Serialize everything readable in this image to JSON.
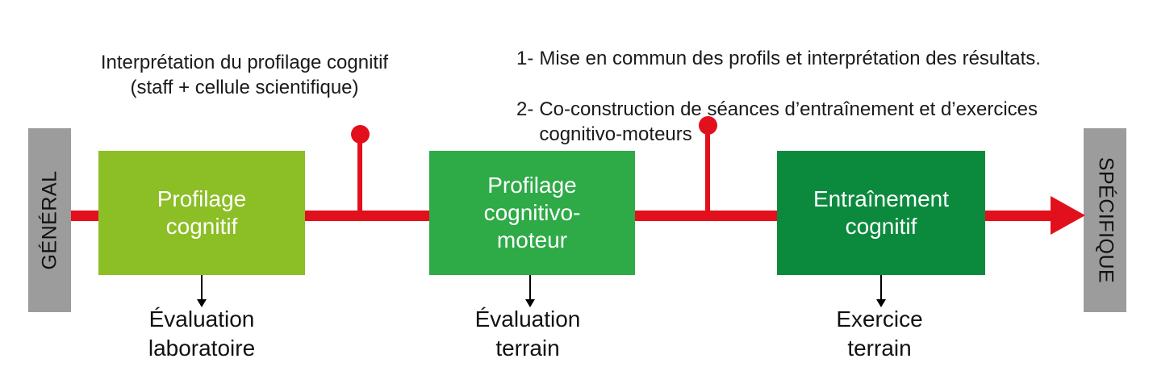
{
  "colors": {
    "red": "#e2101c",
    "grey": "#9c9c9c",
    "green_light": "#8cbe26",
    "green_mid": "#2eaa47",
    "green_dark": "#0b8a3e",
    "text": "#111111",
    "background": "#ffffff"
  },
  "annotations": {
    "left": "Interprétation du profilage cognitif\n(staff + cellule scientifique)",
    "right": [
      {
        "num": "1-",
        "text": "Mise en commun des profils et interprétation des résultats."
      },
      {
        "num": "2-",
        "text": "Co-construction de séances d’entraînement et d’exercices cognitivo-moteurs"
      }
    ]
  },
  "endcaps": {
    "left_label": "GÉNÉRAL",
    "right_label": "SPÉCIFIQUE"
  },
  "boxes": [
    {
      "label": "Profilage\ncognitif",
      "color": "#8cbe26"
    },
    {
      "label": "Profilage\ncognitivo-\nmoteur",
      "color": "#2eaa47"
    },
    {
      "label": "Entraînement\ncognitif",
      "color": "#0b8a3e"
    }
  ],
  "captions": [
    "Évaluation\nlaboratoire",
    "Évaluation\nterrain",
    "Exercice\nterrain"
  ],
  "flow": {
    "direction_label": "GÉNÉRAL → SPÉCIFIQUE",
    "connector_count": 2
  }
}
